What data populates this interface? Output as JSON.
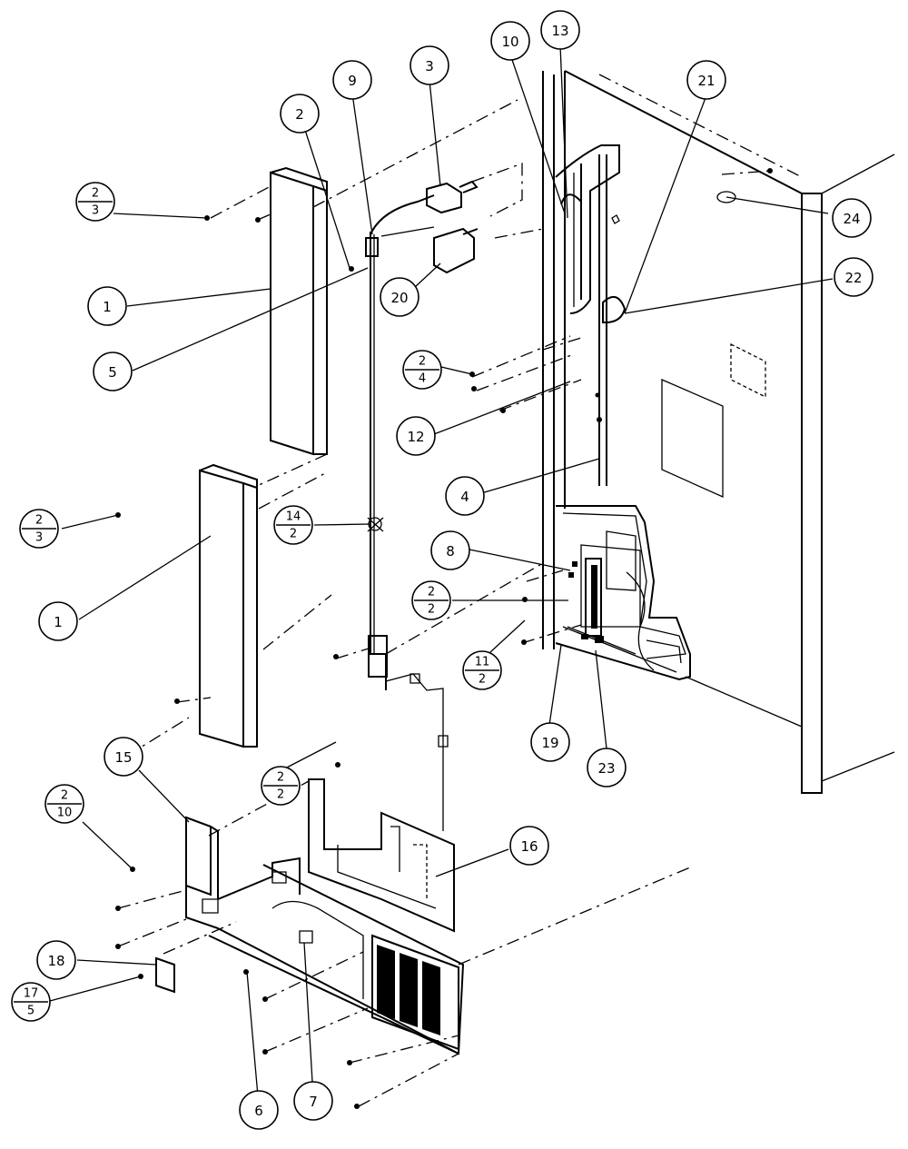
{
  "diagram": {
    "callouts": [
      {
        "id": "c10",
        "top": "10"
      },
      {
        "id": "c13",
        "top": "13"
      },
      {
        "id": "c21",
        "top": "21"
      },
      {
        "id": "c9",
        "top": "9"
      },
      {
        "id": "c3",
        "top": "3"
      },
      {
        "id": "c2a",
        "top": "2"
      },
      {
        "id": "c2-3a",
        "top": "2",
        "bottom": "3"
      },
      {
        "id": "c24",
        "top": "24"
      },
      {
        "id": "c22",
        "top": "22"
      },
      {
        "id": "c20",
        "top": "20"
      },
      {
        "id": "c1a",
        "top": "1"
      },
      {
        "id": "c5",
        "top": "5"
      },
      {
        "id": "c2-4",
        "top": "2",
        "bottom": "4"
      },
      {
        "id": "c12",
        "top": "12"
      },
      {
        "id": "c4",
        "top": "4"
      },
      {
        "id": "c2-3b",
        "top": "2",
        "bottom": "3"
      },
      {
        "id": "c14-2",
        "top": "14",
        "bottom": "2"
      },
      {
        "id": "c8",
        "top": "8"
      },
      {
        "id": "c2-2a",
        "top": "2",
        "bottom": "2"
      },
      {
        "id": "c1b",
        "top": "1"
      },
      {
        "id": "c11-2",
        "top": "11",
        "bottom": "2"
      },
      {
        "id": "c19",
        "top": "19"
      },
      {
        "id": "c23",
        "top": "23"
      },
      {
        "id": "c2-2b",
        "top": "2",
        "bottom": "2"
      },
      {
        "id": "c15",
        "top": "15"
      },
      {
        "id": "c2-10",
        "top": "2",
        "bottom": "10"
      },
      {
        "id": "c16",
        "top": "16"
      },
      {
        "id": "c18",
        "top": "18"
      },
      {
        "id": "c17-5",
        "top": "17",
        "bottom": "5"
      },
      {
        "id": "c6",
        "top": "6"
      },
      {
        "id": "c7",
        "top": "7"
      }
    ]
  }
}
